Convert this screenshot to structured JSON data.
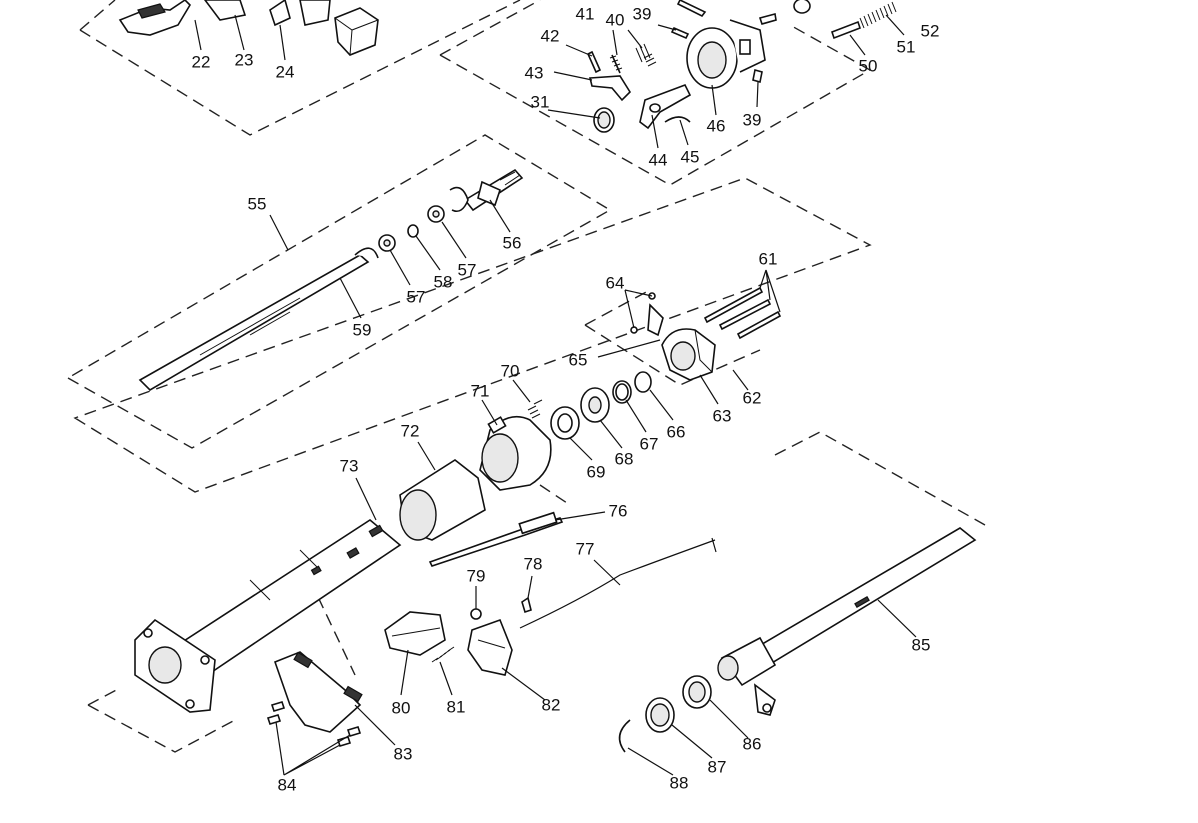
{
  "callouts": {
    "c22": "22",
    "c23": "23",
    "c24": "24",
    "c31": "31",
    "c39a": "39",
    "c39b": "39",
    "c40": "40",
    "c41": "41",
    "c42": "42",
    "c43": "43",
    "c44": "44",
    "c45": "45",
    "c46": "46",
    "c50": "50",
    "c51": "51",
    "c52": "52",
    "c55": "55",
    "c56": "56",
    "c57a": "57",
    "c57b": "57",
    "c58": "58",
    "c59": "59",
    "c61": "61",
    "c62": "62",
    "c63": "63",
    "c64": "64",
    "c65": "65",
    "c66": "66",
    "c67": "67",
    "c68": "68",
    "c69": "69",
    "c70": "70",
    "c71": "71",
    "c72": "72",
    "c73": "73",
    "c76": "76",
    "c77": "77",
    "c78": "78",
    "c79": "79",
    "c80": "80",
    "c81": "81",
    "c82": "82",
    "c83": "83",
    "c84": "84",
    "c85": "85",
    "c86": "86",
    "c87": "87",
    "c88": "88"
  }
}
